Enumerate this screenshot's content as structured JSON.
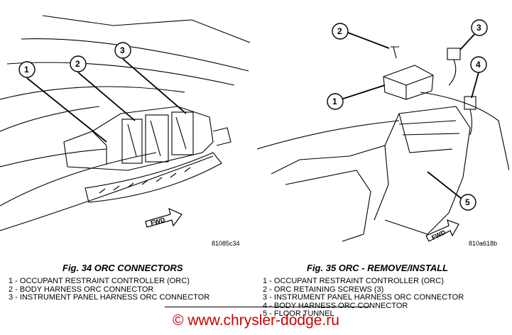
{
  "left_figure": {
    "callouts": [
      "1",
      "2",
      "3"
    ],
    "fwd_label": "FWD",
    "code": "81085c34",
    "caption": "Fig. 34 ORC CONNECTORS",
    "legend": [
      "1 - OCCUPANT RESTRAINT CONTROLLER (ORC)",
      "2 - BODY HARNESS ORC CONNECTOR",
      "3 - INSTRUMENT PANEL HARNESS ORC CONNECTOR"
    ]
  },
  "right_figure": {
    "callouts": [
      "2",
      "3",
      "1",
      "4",
      "5"
    ],
    "fwd_label": "FWD",
    "code": "810a618b",
    "caption": "Fig. 35 ORC - REMOVE/INSTALL",
    "legend": [
      "1 - OCCUPANT RESTRAINT CONTROLLER (ORC)",
      "2 - ORC RETAINING SCREWS (3)",
      "3 - INSTRUMENT PANEL HARNESS ORC CONNECTOR",
      "4 - BODY HARNESS ORC CONNECTOR",
      "5 - FLOOR TUNNEL"
    ]
  },
  "watermark": "© www.chrysler-dodge.ru"
}
